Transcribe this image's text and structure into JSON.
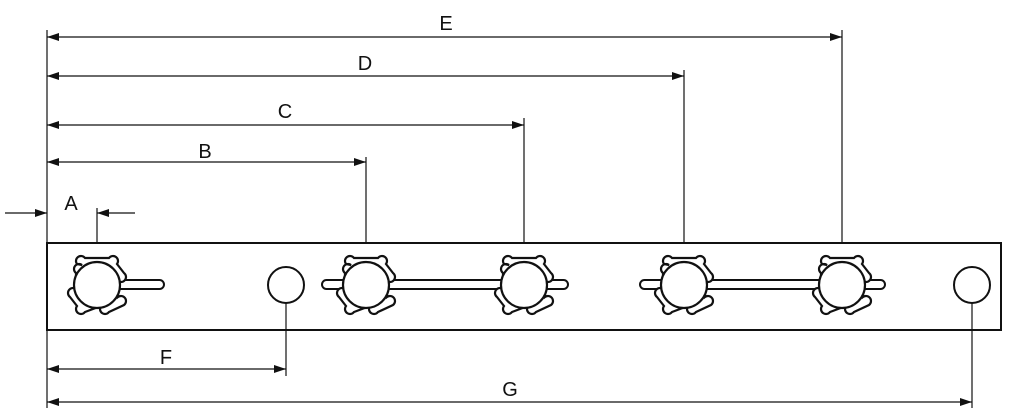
{
  "diagram": {
    "stroke_color": "#111111",
    "background": "#ffffff",
    "dimensions": [
      {
        "id": "A",
        "label": "A"
      },
      {
        "id": "B",
        "label": "B"
      },
      {
        "id": "C",
        "label": "C"
      },
      {
        "id": "D",
        "label": "D"
      },
      {
        "id": "E",
        "label": "E"
      },
      {
        "id": "F",
        "label": "F"
      },
      {
        "id": "G",
        "label": "G"
      }
    ]
  }
}
